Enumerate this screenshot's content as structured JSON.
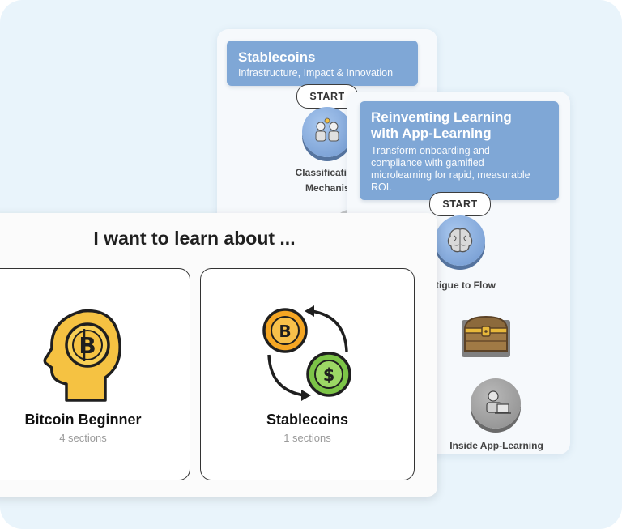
{
  "stablecoins_path": {
    "title": "Stablecoins",
    "subtitle": "Infrastructure, Impact & Innovation",
    "start_label": "START",
    "node_label_line1": "Classifications &",
    "node_label_line2": "Mechanisms"
  },
  "app_learning_path": {
    "title_line1": "Reinventing Learning",
    "title_line2": "with App-Learning",
    "description_line1": "Transform onboarding and",
    "description_line2": "compliance with gamified",
    "description_line3": "microlearning for rapid, measurable",
    "description_line4": "ROI.",
    "start_label": "START",
    "node1_label": "Fatigue to Flow",
    "node3_label": "Inside App-Learning"
  },
  "chooser": {
    "title": "I want to learn about ...",
    "topics": [
      {
        "name": "Bitcoin Beginner",
        "count": "4 sections",
        "icon": "bitcoin-head-icon"
      },
      {
        "name": "Stablecoins",
        "count": "1 sections",
        "icon": "coin-exchange-icon"
      }
    ]
  },
  "colors": {
    "background": "#e9f4fb",
    "header_blue": "#7fa7d6",
    "bitcoin_yellow": "#f5c242",
    "dollar_green": "#8ed15a"
  }
}
